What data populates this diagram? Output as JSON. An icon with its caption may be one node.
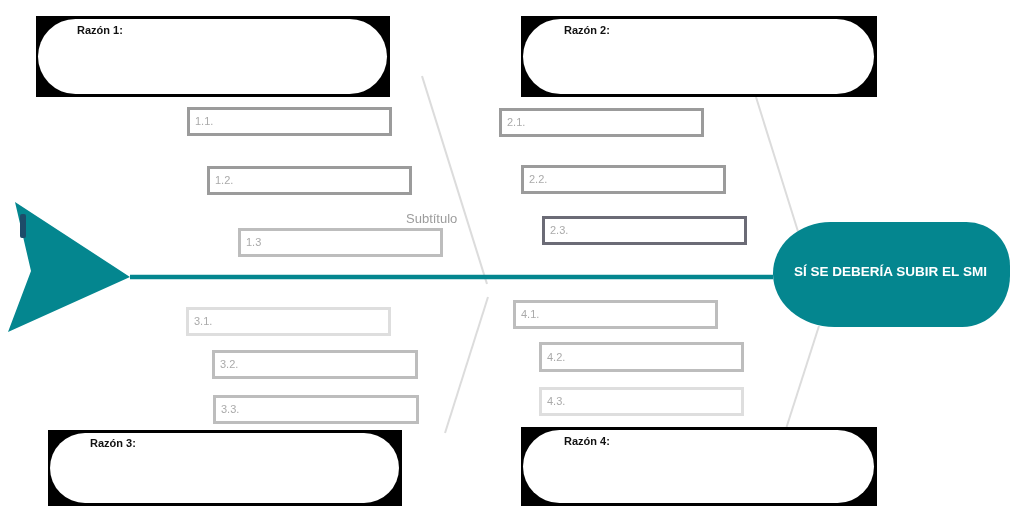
{
  "diagram": {
    "nodes": [
      {
        "text": [
          "Razón 1:"
        ]
      },
      {
        "text": [
          "1.1."
        ]
      },
      {
        "text": [
          "1.2."
        ]
      },
      {
        "text": [
          "1.3"
        ]
      },
      {
        "text": [
          "Razón 2:"
        ]
      },
      {
        "text": [
          "2.1."
        ]
      },
      {
        "text": [
          "2.2."
        ]
      },
      {
        "text": [
          "2.3."
        ]
      },
      {
        "text": [],
        "shape": "triangle"
      },
      {
        "text": [
          "SÍ SE DEBERÍA SUBIR EL SMI"
        ]
      },
      {
        "text": [
          "3.1."
        ]
      },
      {
        "text": [
          "3.2."
        ]
      },
      {
        "text": [
          "3.3."
        ]
      },
      {
        "text": [
          "Razón 3:"
        ]
      },
      {
        "text": [
          "4.1."
        ]
      },
      {
        "text": [
          "4.2."
        ]
      },
      {
        "text": [
          "4.3."
        ]
      },
      {
        "text": [
          "Razón 4:"
        ]
      }
    ],
    "edges": [
      {
        "from": 8,
        "to": 9,
        "arrow": "none",
        "style": "thick",
        "color": "#04868f"
      },
      {
        "from": 4,
        "to": 9,
        "arrow": "none"
      },
      {
        "from": 17,
        "to": 9,
        "arrow": "none"
      }
    ],
    "labels": [
      "Subtítulo"
    ]
  }
}
